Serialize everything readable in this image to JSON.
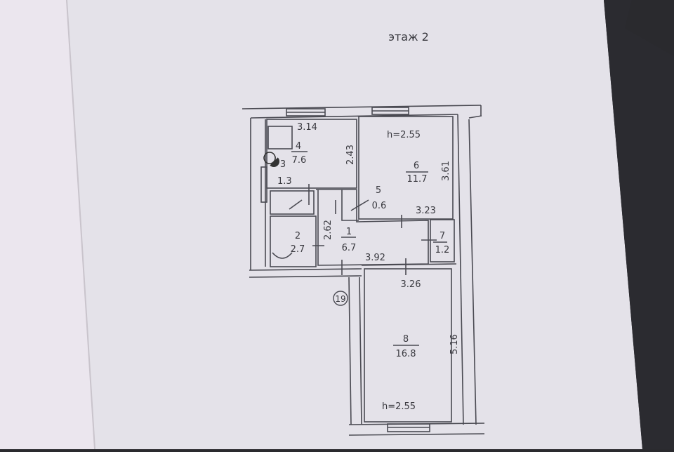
{
  "floor_label": "этаж 2",
  "apartment_number": "19",
  "rooms": [
    {
      "number": "1",
      "area": "6.7"
    },
    {
      "number": "2",
      "area": "2.7"
    },
    {
      "number": "3",
      "area": "1.3"
    },
    {
      "number": "4",
      "area": "7.6"
    },
    {
      "number": "5",
      "area": "0.6"
    },
    {
      "number": "6",
      "area": "11.7"
    },
    {
      "number": "7",
      "area": "1.2"
    },
    {
      "number": "8",
      "area": "16.8"
    }
  ],
  "dimensions": {
    "kitchen_width": "3.14",
    "kitchen_depth": "2.43",
    "room6_height": "h=2.55",
    "room6_depth": "3.61",
    "room6_width": "3.23",
    "hall_depth": "2.62",
    "hall_width": "3.92",
    "room8_width": "3.26",
    "room8_depth": "5.16",
    "room8_height": "h=2.55"
  },
  "colors": {
    "paper": "#e6e4ea",
    "line": "#4a4a52",
    "background": "#2a2a2e"
  }
}
